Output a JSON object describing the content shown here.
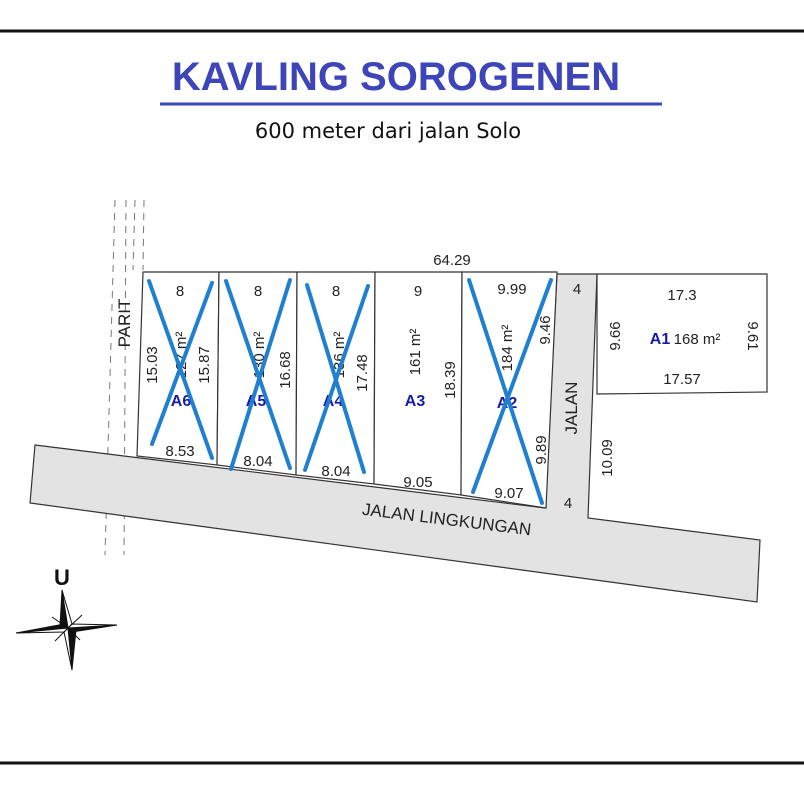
{
  "title": "KAVLING SOROGENEN",
  "subtitle": "600 meter dari jalan Solo",
  "colors": {
    "title": "#3d45b8",
    "lot_label": "#1a1aa8",
    "cross": "#1f7fd0",
    "road": "#e3e3e3"
  },
  "compass": {
    "north_label": "U",
    "icon": "compass-rose-icon"
  },
  "labels": {
    "parit": "PARIT",
    "jalan": "JALAN",
    "jalan_lingkungan": "JALAN LINGKUNGAN",
    "top_total": "64.29",
    "jalan_width_top": "4",
    "jalan_width_bottom": "4",
    "jalan_side": "10.09"
  },
  "lots": [
    {
      "id": "A6",
      "area": "127 m²",
      "top": "8",
      "bottom": "8.53",
      "left": "15.03",
      "right": "15.87",
      "sold": true
    },
    {
      "id": "A5",
      "area": "130 m²",
      "top": "8",
      "bottom": "8.04",
      "right": "16.68",
      "sold": true
    },
    {
      "id": "A4",
      "area": "136 m²",
      "top": "8",
      "bottom": "8.04",
      "right": "17.48",
      "sold": true
    },
    {
      "id": "A3",
      "area": "161 m²",
      "top": "9",
      "bottom": "9.05",
      "right": "18.39",
      "sold": false
    },
    {
      "id": "A2",
      "area": "184 m²",
      "top": "9.99",
      "bottom": "9.07",
      "right_upper": "9.46",
      "right_lower": "9.89",
      "sold": true
    },
    {
      "id": "A1",
      "area": "168 m²",
      "top": "17.3",
      "bottom": "17.57",
      "left": "9.66",
      "right": "9.61",
      "sold": false
    }
  ]
}
